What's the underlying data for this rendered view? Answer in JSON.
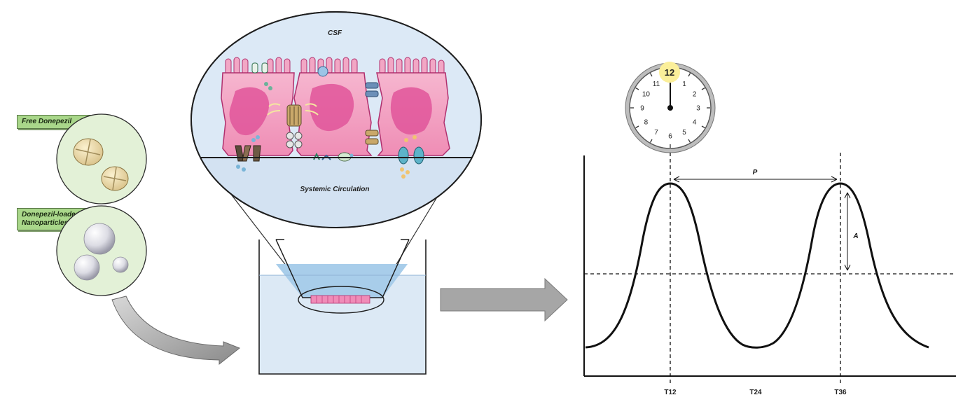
{
  "labels": {
    "free": "Free Donepezil",
    "nano_line1": "Donepezil-loaded",
    "nano_line2": "Nanoparticles",
    "csf": "CSF",
    "systemic": "Systemic Circulation"
  },
  "clock": {
    "highlight": "12",
    "numbers": [
      "1",
      "2",
      "3",
      "4",
      "5",
      "6",
      "7",
      "8",
      "9",
      "10",
      "11"
    ]
  },
  "graph": {
    "period_label": "P",
    "amplitude_label": "A",
    "x_ticks": [
      "T12",
      "T24",
      "T36"
    ]
  },
  "colors": {
    "label_green": "#a9d78a",
    "cell_pink": "#f1a3c0",
    "cell_magenta": "#e0559a",
    "bubble_green": "#e3f1d7",
    "well_blue": "#dce9f5",
    "arrow_gray": "#a6a6a6"
  }
}
